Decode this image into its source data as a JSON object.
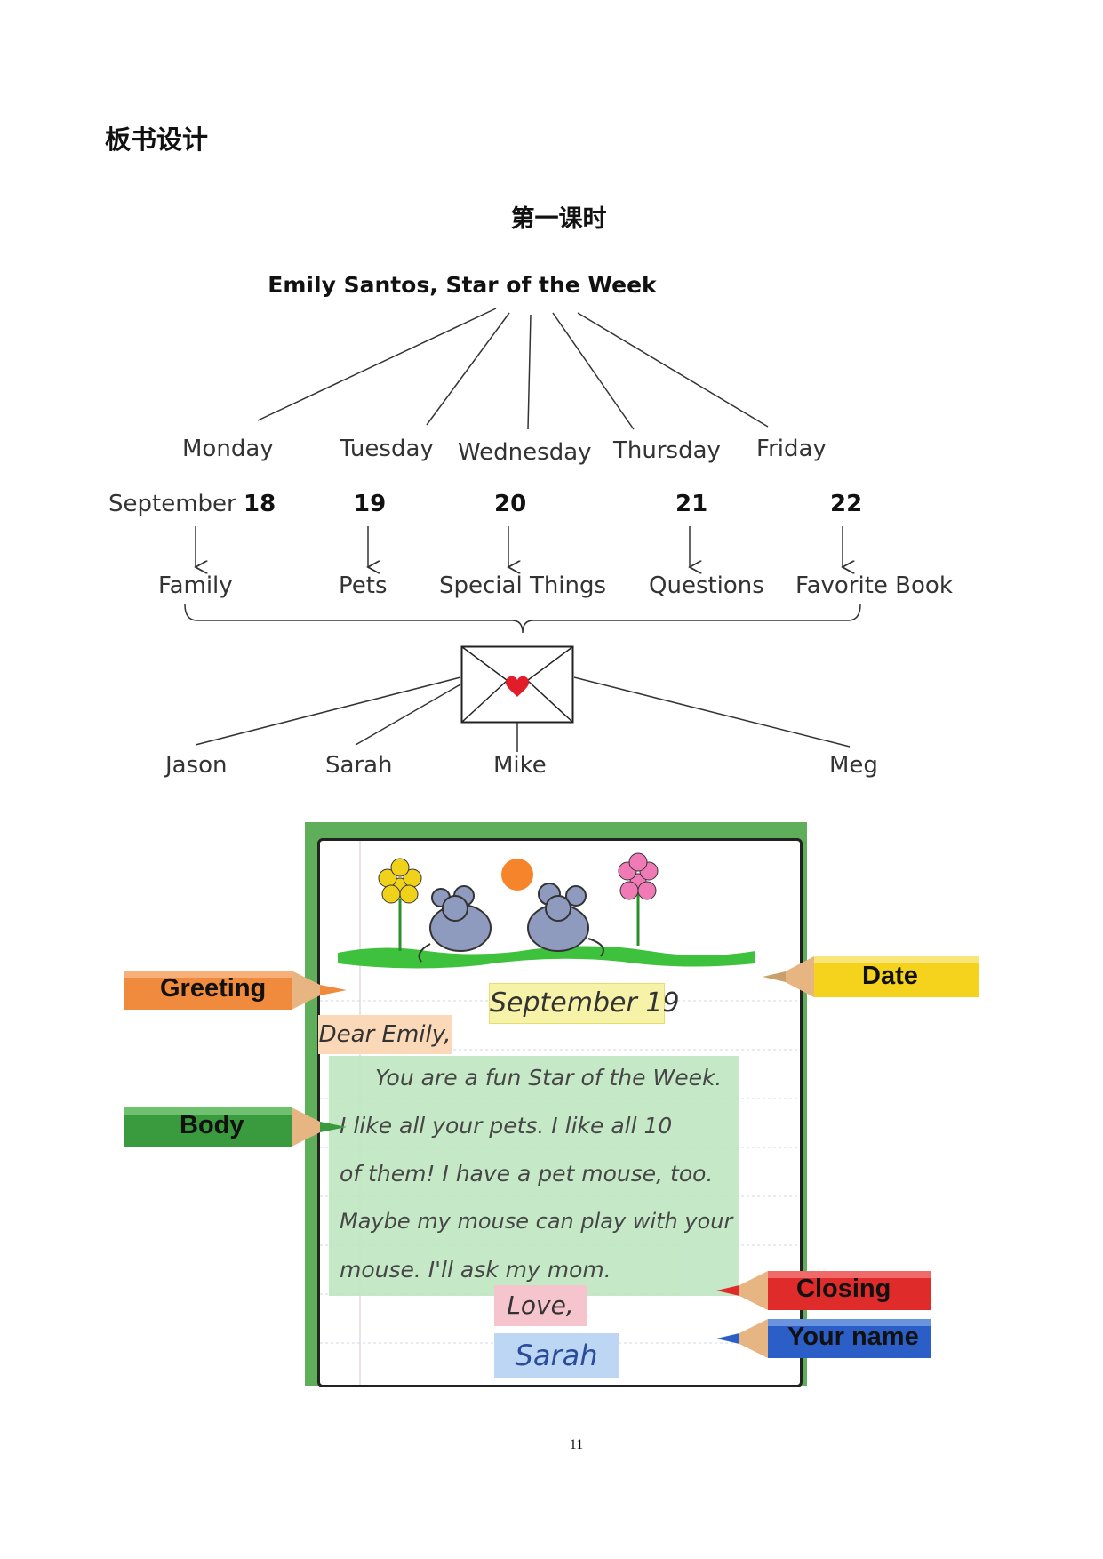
{
  "heading": "板书设计",
  "lesson": "第一课时",
  "title": "Emily Santos, Star of the Week",
  "days": [
    "Monday",
    "Tuesday",
    "Wednesday",
    "Thursday",
    "Friday"
  ],
  "month": "September",
  "dates": [
    "18",
    "19",
    "20",
    "21",
    "22"
  ],
  "topics": [
    "Family",
    "Pets",
    "Special Things",
    "Questions",
    "Favorite Book"
  ],
  "writers": [
    "Jason",
    "Sarah",
    "Mike",
    "Meg"
  ],
  "letter": {
    "date": "September 19",
    "greeting": "Dear Emily,",
    "body_lines": [
      "You are a fun Star of the Week.",
      "I like all your pets. I like all 10",
      "of them! I have a pet mouse, too.",
      "Maybe my mouse can play with your",
      "mouse. I'll ask my mom."
    ],
    "closing": "Love,",
    "name": "Sarah"
  },
  "pencils": {
    "greeting": "Greeting",
    "body": "Body",
    "date": "Date",
    "closing": "Closing",
    "your_name": "Your name"
  },
  "colors": {
    "greeting": "#f08a3c",
    "body": "#3a9a3e",
    "date": "#f5d21b",
    "closing": "#e02b2b",
    "your_name": "#2b5fc7",
    "frame": "#5fae5a",
    "heart": "#e21d2a"
  },
  "page_number": "11"
}
